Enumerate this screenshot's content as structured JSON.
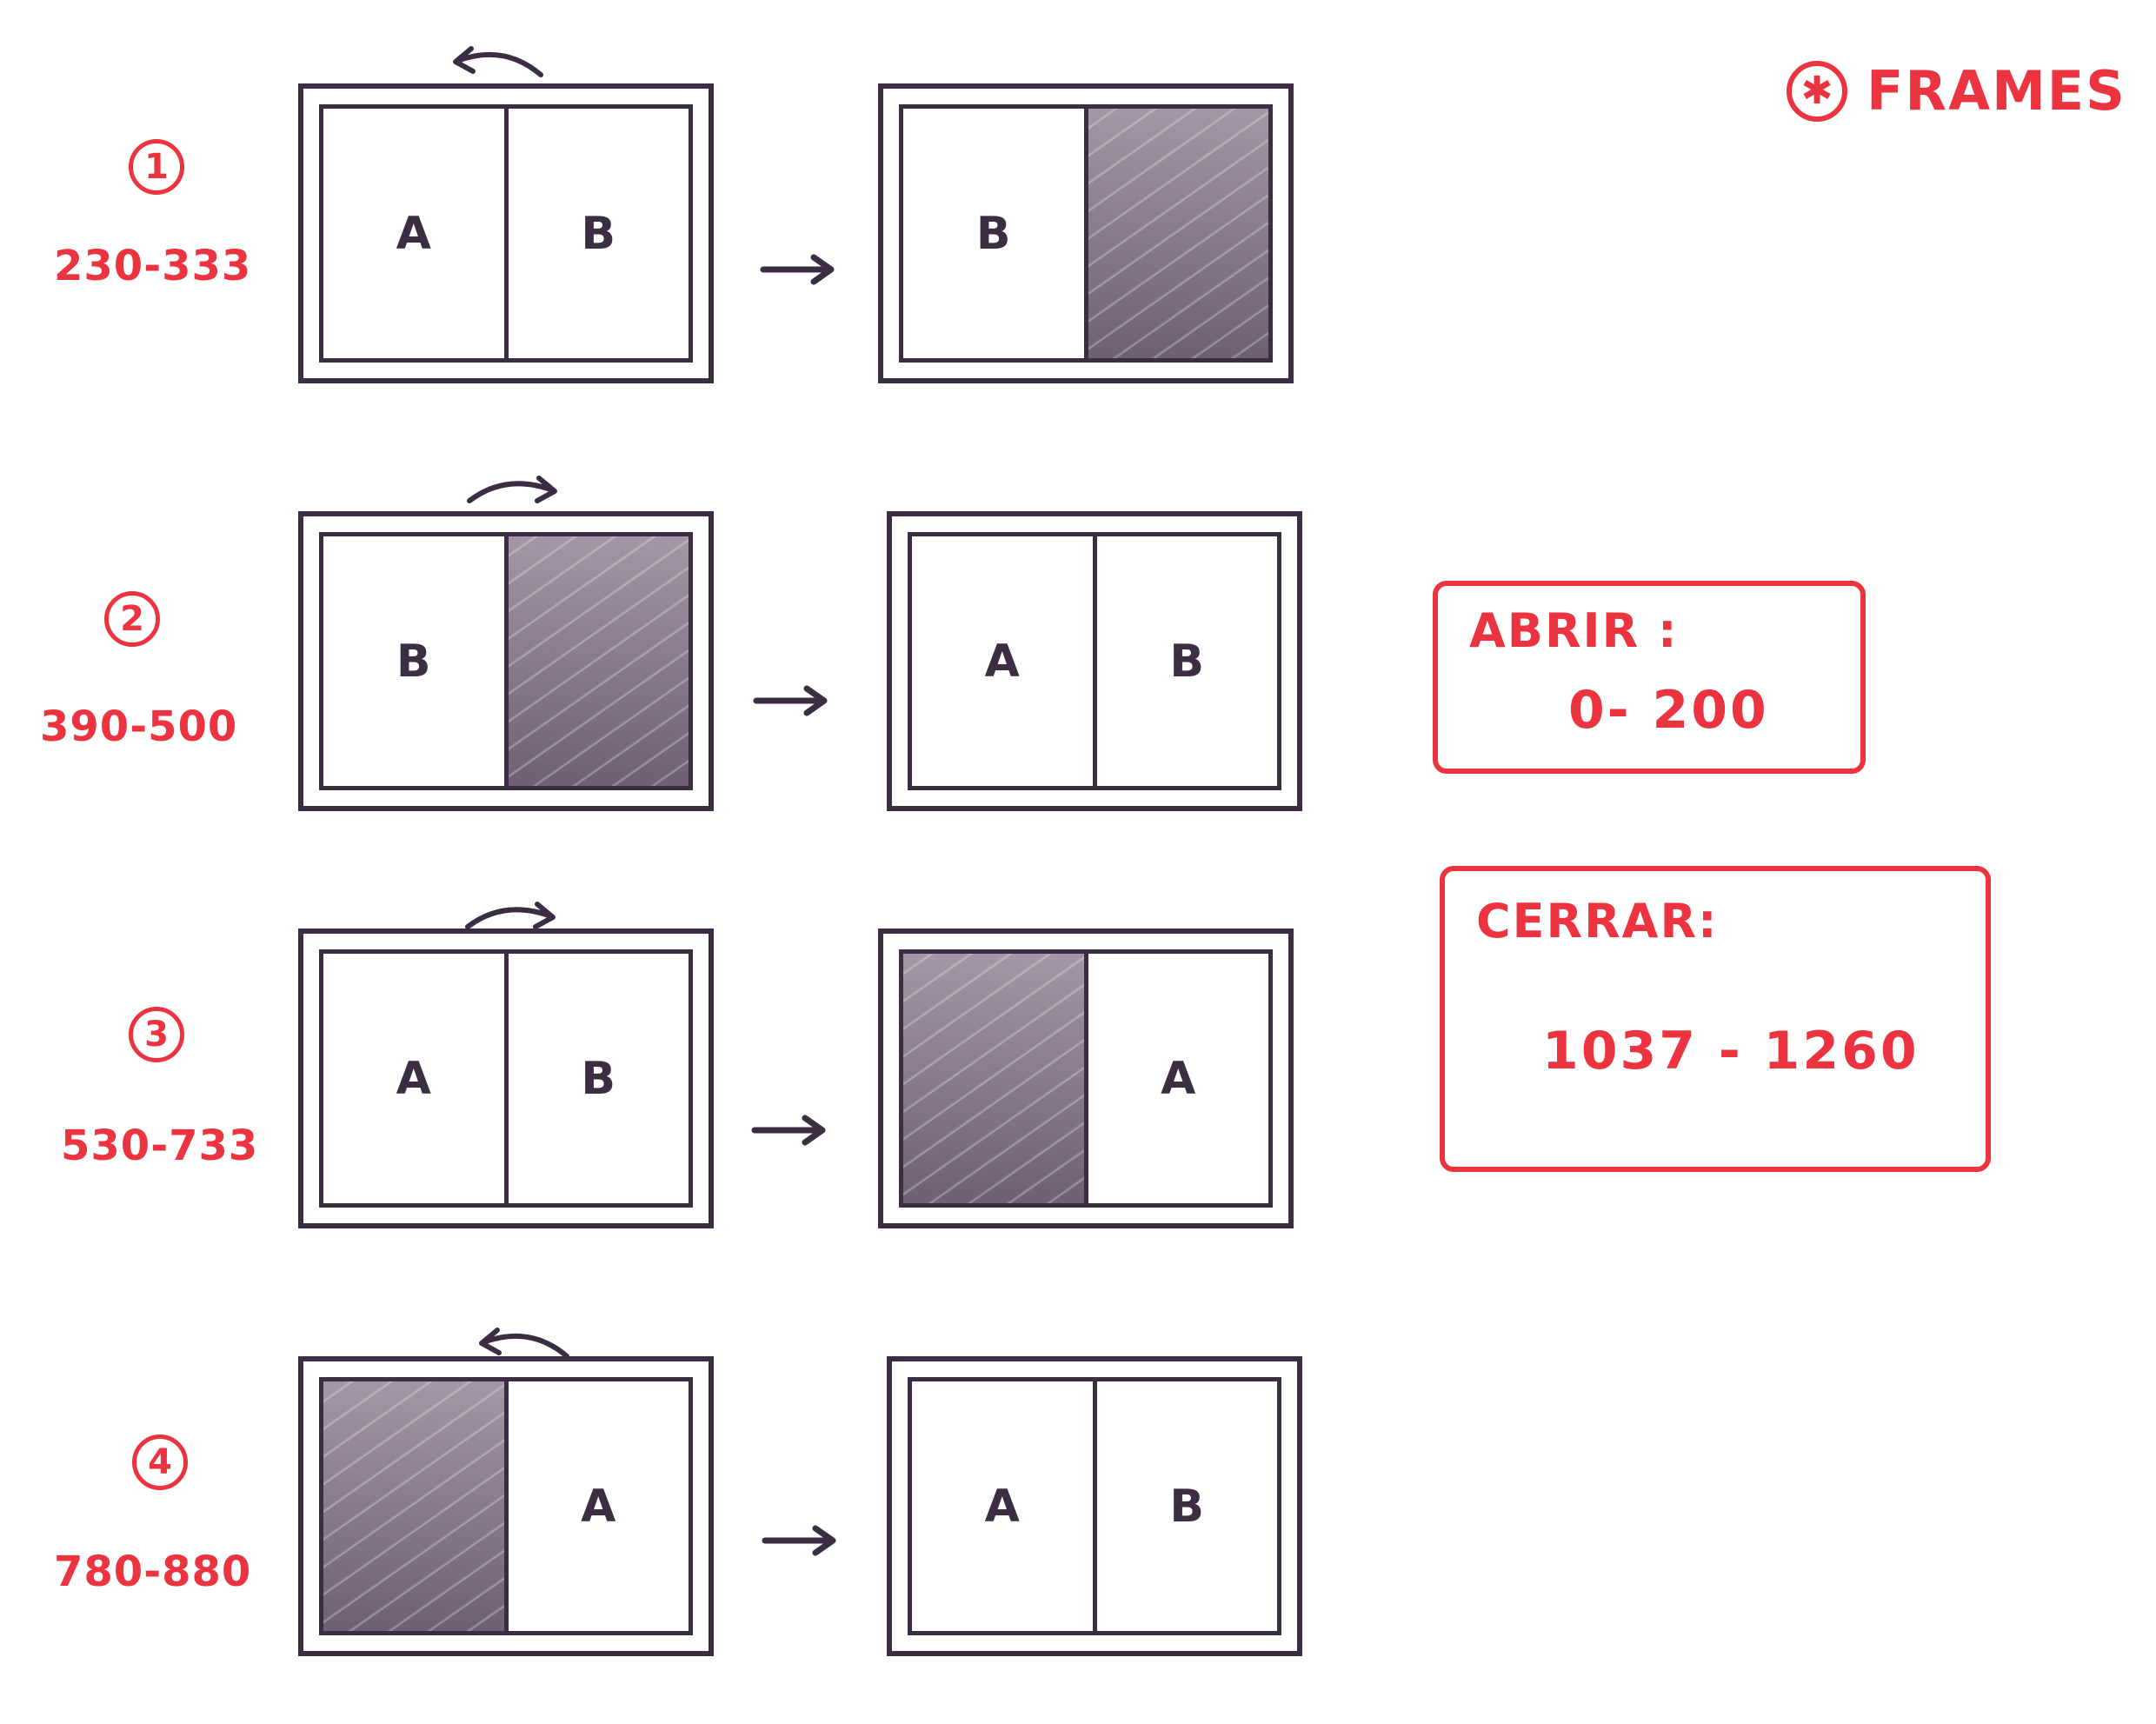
{
  "title": {
    "icon": "asterisk-circle-icon",
    "symbol": "✱",
    "text": "FRAMES"
  },
  "colors": {
    "annotation": "#ec3340",
    "ink": "#3b2d42",
    "shade": "#8b7b8f"
  },
  "steps": [
    {
      "number": "1",
      "range": "230-333",
      "swing_arrow": "left",
      "before": {
        "left": "A",
        "right": "B",
        "shaded": "none"
      },
      "after": {
        "left": "B",
        "right": "",
        "shaded": "right"
      }
    },
    {
      "number": "2",
      "range": "390-500",
      "swing_arrow": "right",
      "before": {
        "left": "B",
        "right": "",
        "shaded": "right"
      },
      "after": {
        "left": "A",
        "right": "B",
        "shaded": "none"
      }
    },
    {
      "number": "3",
      "range": "530-733",
      "swing_arrow": "right",
      "before": {
        "left": "A",
        "right": "B",
        "shaded": "none"
      },
      "after": {
        "left": "",
        "right": "A",
        "shaded": "left"
      }
    },
    {
      "number": "4",
      "range": "780-880",
      "swing_arrow": "left",
      "before": {
        "left": "",
        "right": "A",
        "shaded": "left"
      },
      "after": {
        "left": "A",
        "right": "B",
        "shaded": "none"
      }
    }
  ],
  "notes": {
    "open": {
      "label": "ABRIR :",
      "value": "0- 200"
    },
    "close": {
      "label": "CERRAR:",
      "value": "1037 - 1260"
    }
  }
}
